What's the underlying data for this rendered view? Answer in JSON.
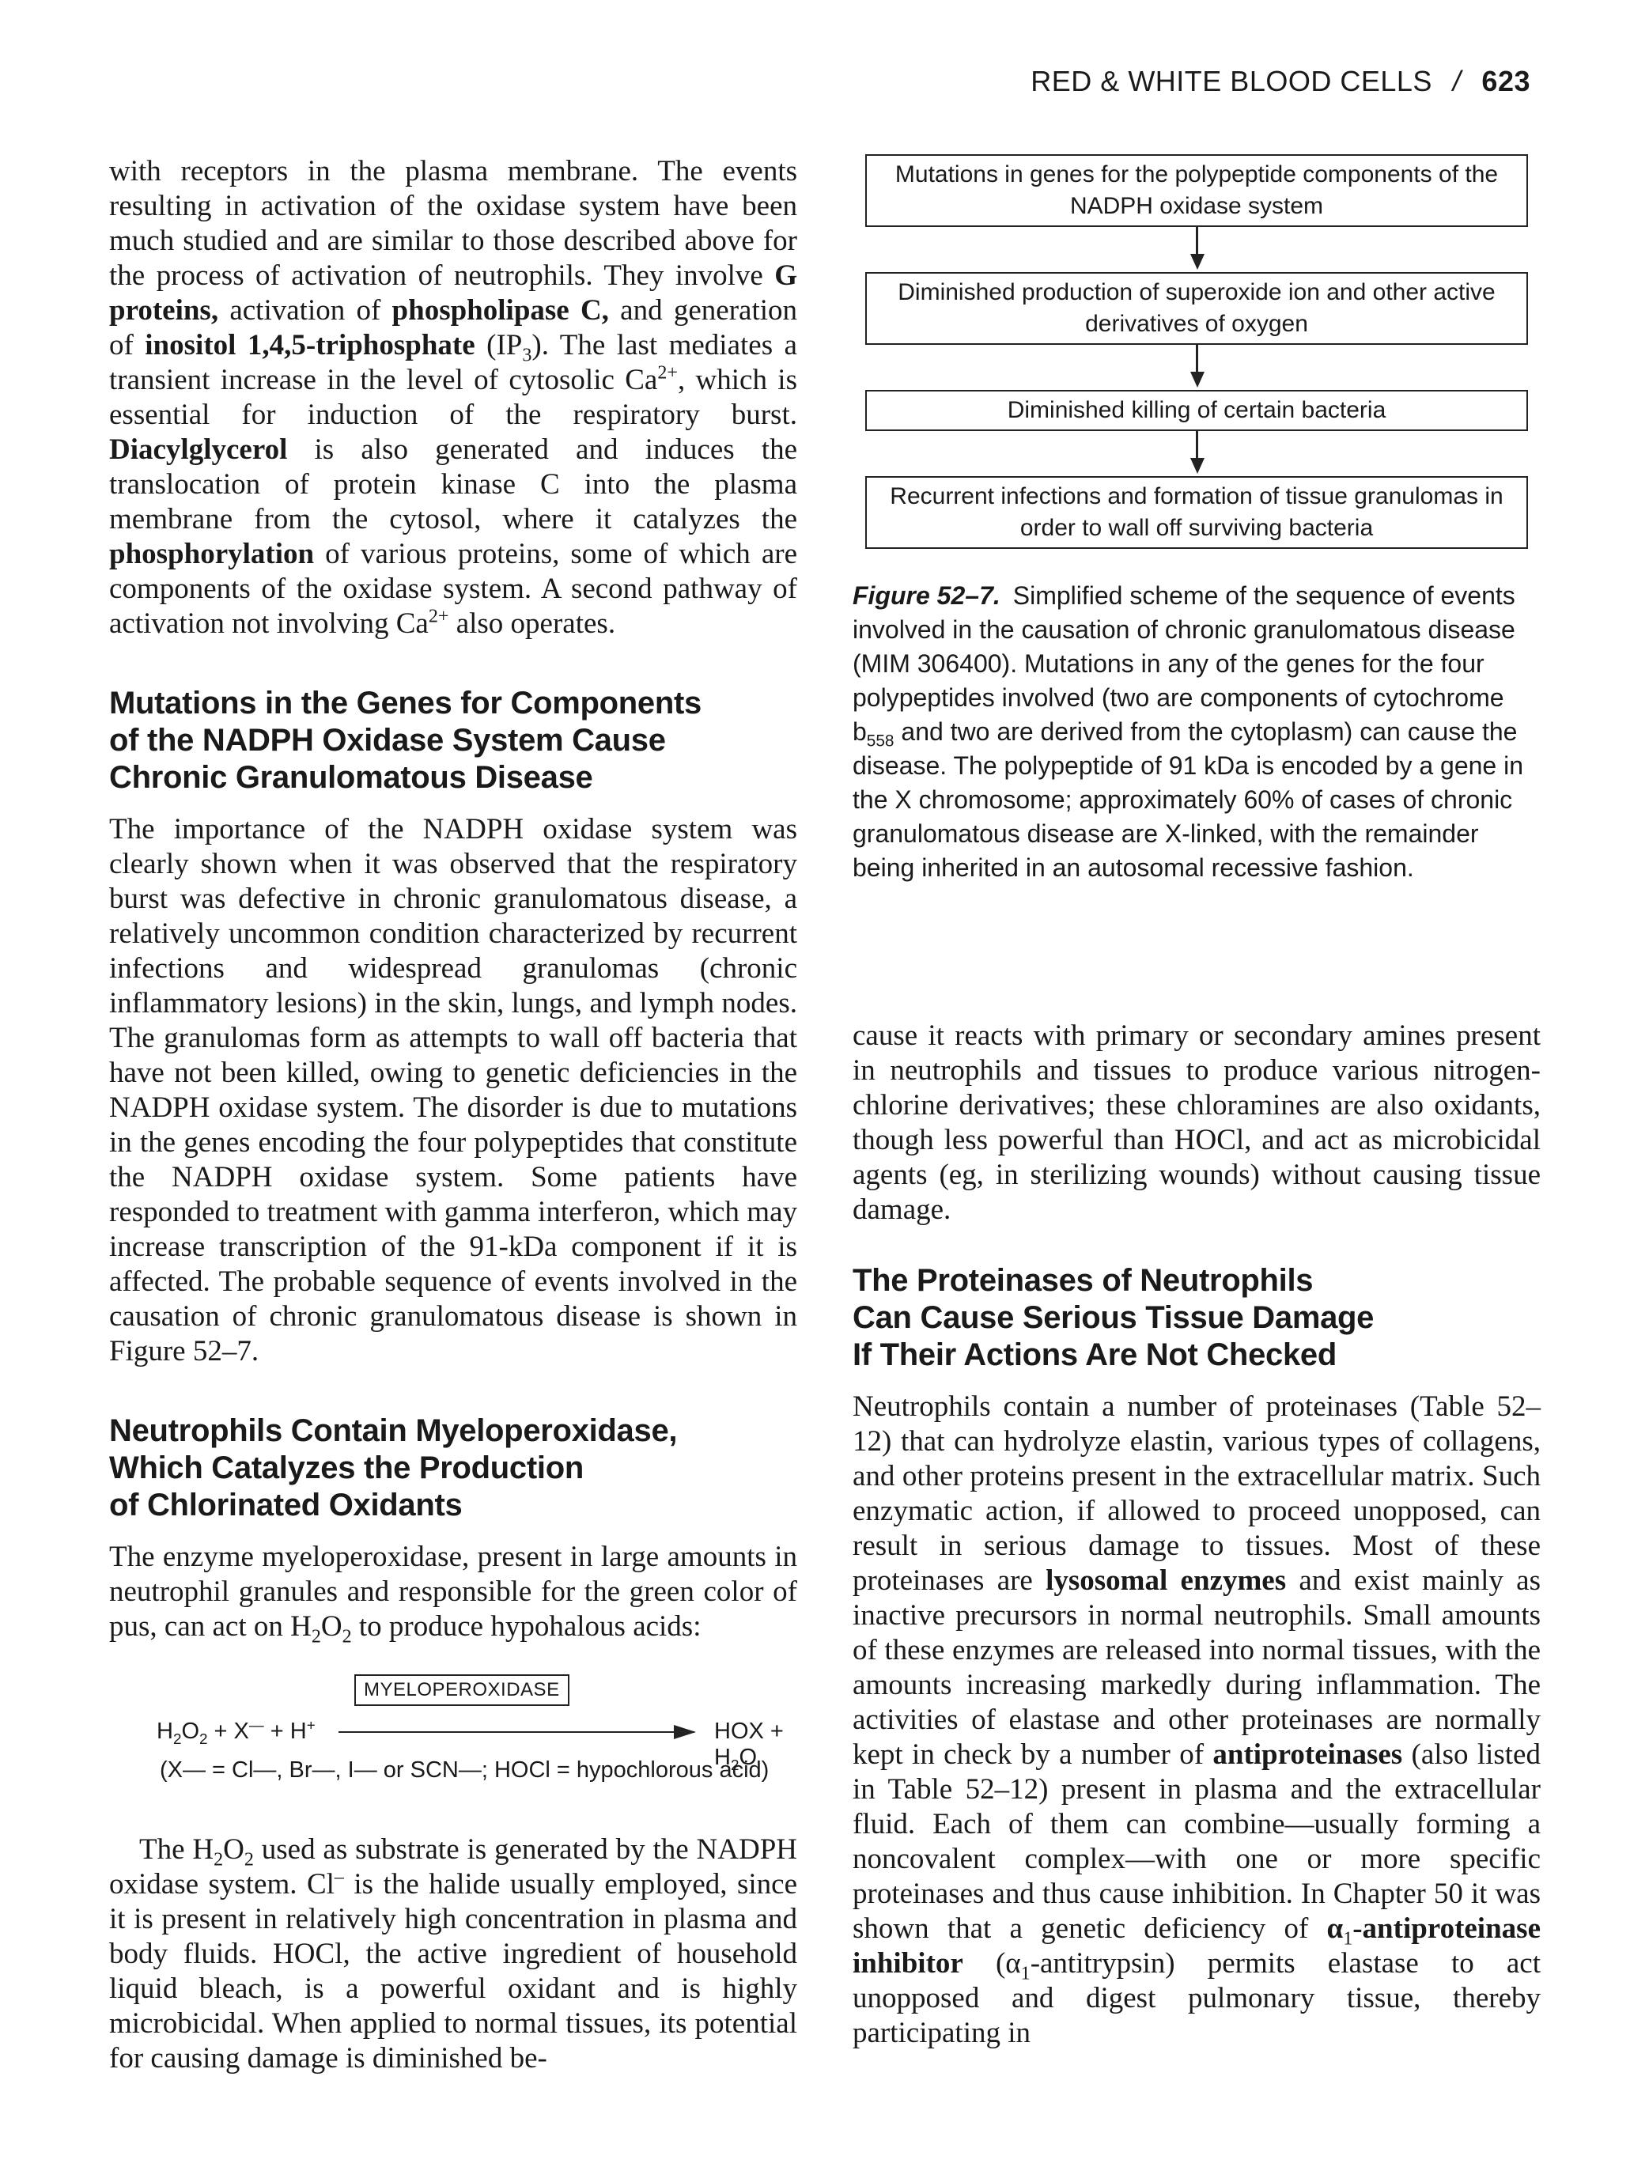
{
  "running_head": {
    "title": "RED & WHITE BLOOD CELLS",
    "separator": "/",
    "page_number": "623"
  },
  "left_column": {
    "para1": [
      "with receptors in the plasma membrane. The events resulting in activation of the oxidase system have been much studied and are similar to those described above for the process of activation of neutrophils. They involve ",
      "G proteins,",
      " activation of ",
      "phospholipase C,",
      " and generation of ",
      "inositol 1,4,5-triphosphate",
      " (IP",
      "3",
      "). The last mediates a transient increase in the level of cytosolic Ca",
      "2+",
      ", which is essential for induction of the respiratory burst. ",
      "Diacylglycerol",
      " is also generated and induces the translocation of protein kinase C into the plasma membrane from the cytosol, where it catalyzes the ",
      "phosphorylation",
      " of various proteins, some of which are components of the oxidase system. A second pathway of activation not involving Ca",
      "2+",
      " also operates."
    ],
    "heading1": [
      "Mutations in the Genes for Components",
      "of the NADPH Oxidase System Cause",
      "Chronic Granulomatous Disease"
    ],
    "para2": "The importance of the NADPH oxidase system was clearly shown when it was observed that the respiratory burst was defective in chronic granulomatous disease, a relatively uncommon condition characterized by recurrent infections and widespread granulomas (chronic inflammatory lesions) in the skin, lungs, and lymph nodes. The granulomas form as attempts to wall off bacteria that have not been killed, owing to genetic deficiencies in the NADPH oxidase system. The disorder is due to mutations in the genes encoding the four polypeptides that constitute the NADPH oxidase system. Some patients have responded to treatment with gamma interferon, which may increase transcription of the 91-kDa component if it is affected. The probable sequence of events involved in the causation of chronic granulomatous disease is shown in Figure 52–7.",
    "heading2": [
      "Neutrophils Contain Myeloperoxidase,",
      "Which Catalyzes the Production",
      "of Chlorinated Oxidants"
    ],
    "para3": [
      "The enzyme myeloperoxidase, present in large amounts in neutrophil granules and responsible for the green color of pus, can act on H",
      "2",
      "O",
      "2",
      " to produce hypohalous acids:"
    ],
    "equation": {
      "enzyme": "MYELOPEROXIDASE",
      "reactants": [
        "H",
        "2",
        "O",
        "2",
        " + X",
        "—",
        " + H",
        "+"
      ],
      "products": [
        "HOX + H",
        "2",
        "O"
      ],
      "note": "(X— = Cl—, Br—, I— or SCN—; HOCl = hypochlorous acid)"
    },
    "para4": [
      "The H",
      "2",
      "O",
      "2",
      " used as substrate is generated by the NADPH oxidase system. Cl",
      "–",
      " is the halide usually employed, since it is present in relatively high concentration in plasma and body fluids. HOCl, the active ingredient of household liquid bleach, is a powerful oxidant and is highly microbicidal. When applied to normal tissues, its potential for causing damage is diminished be-"
    ]
  },
  "figure": {
    "boxes": [
      "Mutations in genes for the polypeptide components of the NADPH oxidase system",
      "Diminished production of superoxide ion and other active derivatives of oxygen",
      "Diminished killing of certain bacteria",
      "Recurrent infections and formation of tissue granulomas in order to wall off surviving bacteria"
    ],
    "caption_label": "Figure 52–7.",
    "caption_parts": [
      "Simplified scheme of the sequence of events involved in the causation of chronic granulomatous disease (MIM 306400). Mutations in any of the genes for the four polypeptides involved (two are components of cytochrome b",
      "558",
      " and two are derived from the cytoplasm) can cause the disease. The polypeptide of 91 kDa is encoded by a gene in the X chromosome; approximately 60% of cases of chronic granulomatous disease are X-linked, with the remainder being inherited in an autosomal recessive fashion."
    ]
  },
  "right_column": {
    "para1": "cause it reacts with primary or secondary amines present in neutrophils and tissues to produce various nitrogen-chlorine derivatives; these chloramines are also oxidants, though less powerful than HOCl, and act as microbicidal agents (eg, in sterilizing wounds) without causing tissue damage.",
    "heading3": [
      "The Proteinases of Neutrophils",
      "Can Cause Serious Tissue Damage",
      "If Their Actions Are Not Checked"
    ],
    "para2": [
      "Neutrophils contain a number of proteinases (Table 52–12) that can hydrolyze elastin, various types of collagens, and other proteins present in the extracellular matrix. Such enzymatic action, if allowed to proceed unopposed, can result in serious damage to tissues. Most of these proteinases are ",
      "lysosomal enzymes",
      " and exist mainly as inactive precursors in normal neutrophils. Small amounts of these enzymes are released into normal tissues, with the amounts increasing markedly during inflammation. The activities of elastase and other proteinases are normally kept in check by a number of ",
      "antiproteinases",
      " (also listed in Table 52–12) present in plasma and the extracellular fluid. Each of them can combine—usually forming a noncovalent complex—with one or more specific proteinases and thus cause inhibition. In Chapter 50 it was shown that a genetic deficiency of ",
      "α",
      "1",
      "-antiproteinase inhibitor",
      " (α",
      "1",
      "-antitrypsin) permits elastase to act unopposed and digest pulmonary tissue, thereby participating in"
    ]
  }
}
